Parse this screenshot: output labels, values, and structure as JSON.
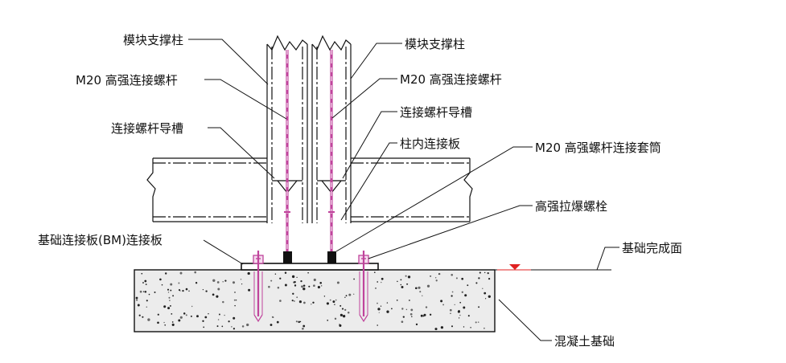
{
  "diagram": {
    "labels": {
      "module_column_left": "模块支撑柱",
      "module_column_right": "模块支撑柱",
      "bolt_left": "M20 高强连接螺杆",
      "bolt_right": "M20 高强连接螺杆",
      "groove_left": "连接螺杆导槽",
      "groove_right": "连接螺杆导槽",
      "inner_plate": "柱内连接板",
      "sleeve": "M20 高强螺杆连接套筒",
      "expansion_bolt": "高强拉爆螺栓",
      "base_plate": "基础连接板(BM)连接板",
      "finished_surface": "基础完成面",
      "foundation": "混凝土基础"
    },
    "colors": {
      "line": "#111111",
      "bolt": "#c0449c",
      "concrete_fill": "#ececec",
      "marker": "#e02020"
    }
  }
}
